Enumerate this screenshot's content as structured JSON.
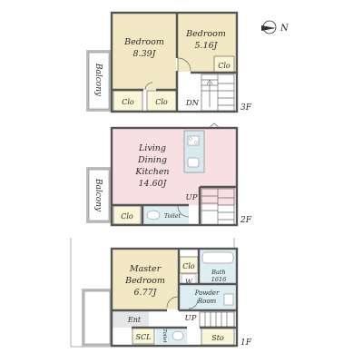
{
  "compass": {
    "label": "N"
  },
  "floors": {
    "f3": {
      "label": "3F",
      "bedroom_a": {
        "name": "Bedroom",
        "size": "8.39J"
      },
      "bedroom_b": {
        "name": "Bedroom",
        "size": "5.16J"
      },
      "closet_b": "Clo",
      "closet_1": "Clo",
      "closet_2": "Clo",
      "balcony": "Balcony",
      "down": "DN"
    },
    "f2": {
      "label": "2F",
      "ldk": {
        "line1": "Living",
        "line2": "Dining",
        "line3": "Kitchen",
        "size": "14.60J"
      },
      "up": "UP",
      "closet": "Clo",
      "toilet": "Toilet",
      "balcony": "Balcony"
    },
    "f1": {
      "label": "1F",
      "master": {
        "line1": "Master",
        "line2": "Bedroom",
        "size": "6.77J"
      },
      "closet": "Clo",
      "bath": {
        "line1": "Bath",
        "line2": "1616"
      },
      "washer": "W",
      "powder": {
        "line1": "Powder",
        "line2": "Room"
      },
      "entrance": "Ent",
      "up": "UP",
      "scl": "SCL",
      "toilet": "Toilet",
      "storage": "Sto"
    }
  }
}
